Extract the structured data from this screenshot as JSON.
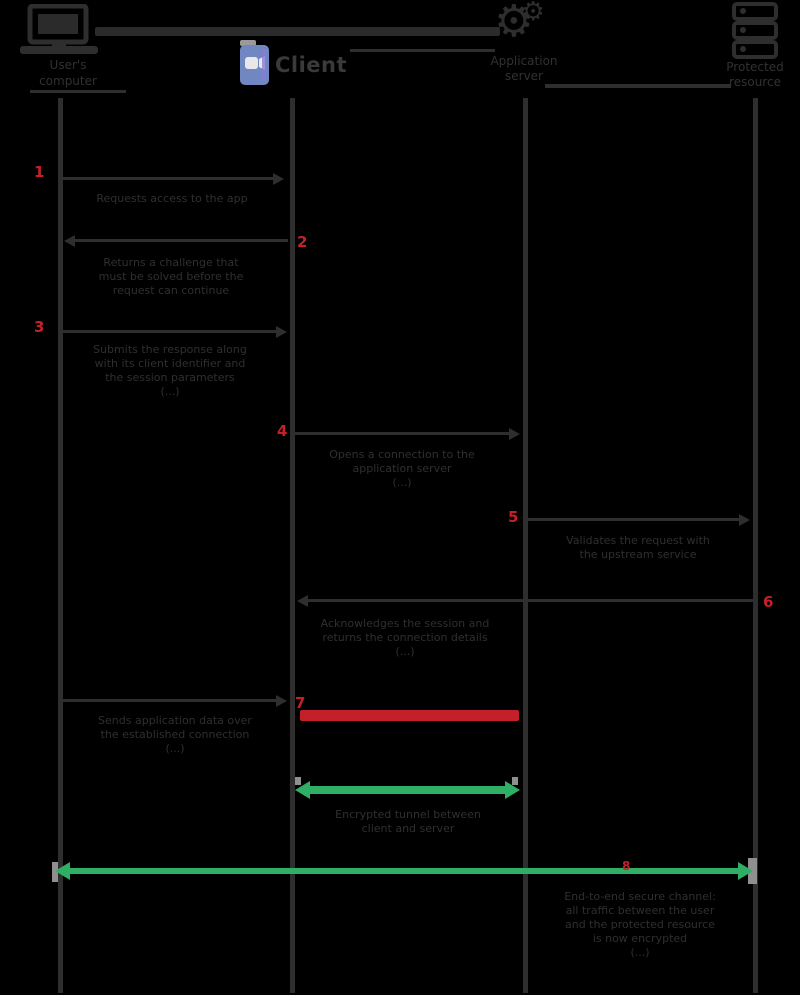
{
  "diagram_title": "secure connection sequence diagram",
  "colors": {
    "background": "#000000",
    "stroke": "#2e2e2e",
    "text": "#2f2f2f",
    "step_badge_red": "#c4202a",
    "insecure_red": "#c4202a",
    "secure_green": "#2fae66",
    "brand_blue": "#7187c1",
    "tick_gray": "#8f8f8f"
  },
  "actors": {
    "a1": {
      "label_line1": "User's",
      "label_line2": "computer"
    },
    "a2": {
      "brand": "Client"
    },
    "a3": {
      "label_line1": "Application",
      "label_line2": "server"
    },
    "a4": {
      "label_line1": "Protected",
      "label_line2": "resource"
    }
  },
  "steps": {
    "s1": "1",
    "s2": "2",
    "s3": "3",
    "s4": "4",
    "s5": "5",
    "s6": "6",
    "s7": "7",
    "s8": "8"
  },
  "messages": {
    "m1": {
      "l1": "Requests access to the app"
    },
    "m2": {
      "l1": "Returns a challenge that",
      "l2": "must be solved before the",
      "l3": "request can continue"
    },
    "m3": {
      "l1": "Submits the response along",
      "l2": "with its client identifier and",
      "l3": "the session parameters",
      "l4": "(...)"
    },
    "m4": {
      "l1": "Opens a connection to the",
      "l2": "application server",
      "l3": "(...)"
    },
    "m5": {
      "l1": "Validates the request with",
      "l2": "the upstream service"
    },
    "m6": {
      "l1": "Acknowledges the session and",
      "l2": "returns the connection details",
      "l3": "(...)"
    },
    "m7": {
      "l1": "Sends application data over",
      "l2": "the established connection",
      "l3": "(...)"
    },
    "m8": {
      "l1": "Encrypted tunnel between",
      "l2": "client and server"
    },
    "m9": {
      "l1": "End-to-end secure channel:",
      "l2": "all traffic between the user",
      "l3": "and the protected resource",
      "l4": "is now encrypted",
      "l5": "(...)"
    }
  }
}
